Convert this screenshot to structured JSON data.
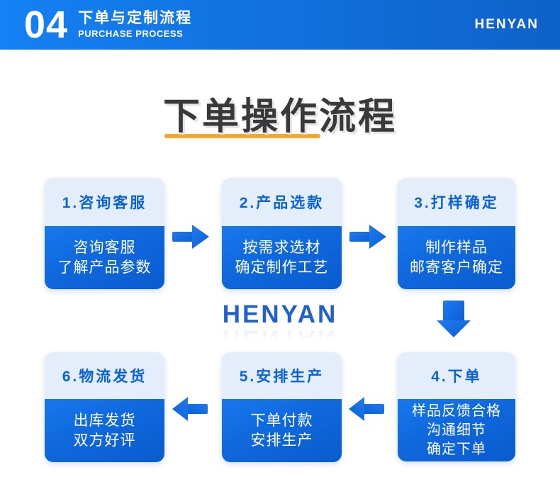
{
  "banner": {
    "number": "04",
    "title": "下单与定制流程",
    "subtitle": "PURCHASE PROCESS",
    "brand": "HENYAN"
  },
  "page_title": {
    "text": "下单操作流程"
  },
  "watermark": {
    "text": "HENYAN"
  },
  "steps": [
    {
      "title": "1.咨询客服",
      "lines": [
        "咨询客服",
        "了解产品参数"
      ]
    },
    {
      "title": "2.产品选款",
      "lines": [
        "按需求选材",
        "确定制作工艺"
      ]
    },
    {
      "title": "3.打样确定",
      "lines": [
        "制作样品",
        "邮寄客户确定"
      ]
    },
    {
      "title": "4.下单",
      "lines": [
        "样品反馈合格",
        "沟通细节",
        "确定下单"
      ]
    },
    {
      "title": "5.安排生产",
      "lines": [
        "下单付款",
        "安排生产"
      ]
    },
    {
      "title": "6.物流发货",
      "lines": [
        "出库发货",
        "双方好评"
      ]
    }
  ],
  "colors": {
    "banner_gradient_start": "#1581F4",
    "banner_gradient_end": "#0E62C8",
    "card_head_bg": "#E4EEFB",
    "card_head_text": "#0B62D8",
    "card_body_gradient_start": "#1778EE",
    "card_body_gradient_end": "#0A5BCE",
    "title_text": "#39393B",
    "title_underline": "#F7A629",
    "watermark_blue": "#2161CE",
    "arrow_blue_light": "#1E7BF0",
    "arrow_blue_dark": "#0C5FD4"
  },
  "icons": {
    "arrow_right": "right-arrow shape",
    "arrow_down": "down-arrow shape",
    "arrow_left": "left-arrow shape"
  }
}
